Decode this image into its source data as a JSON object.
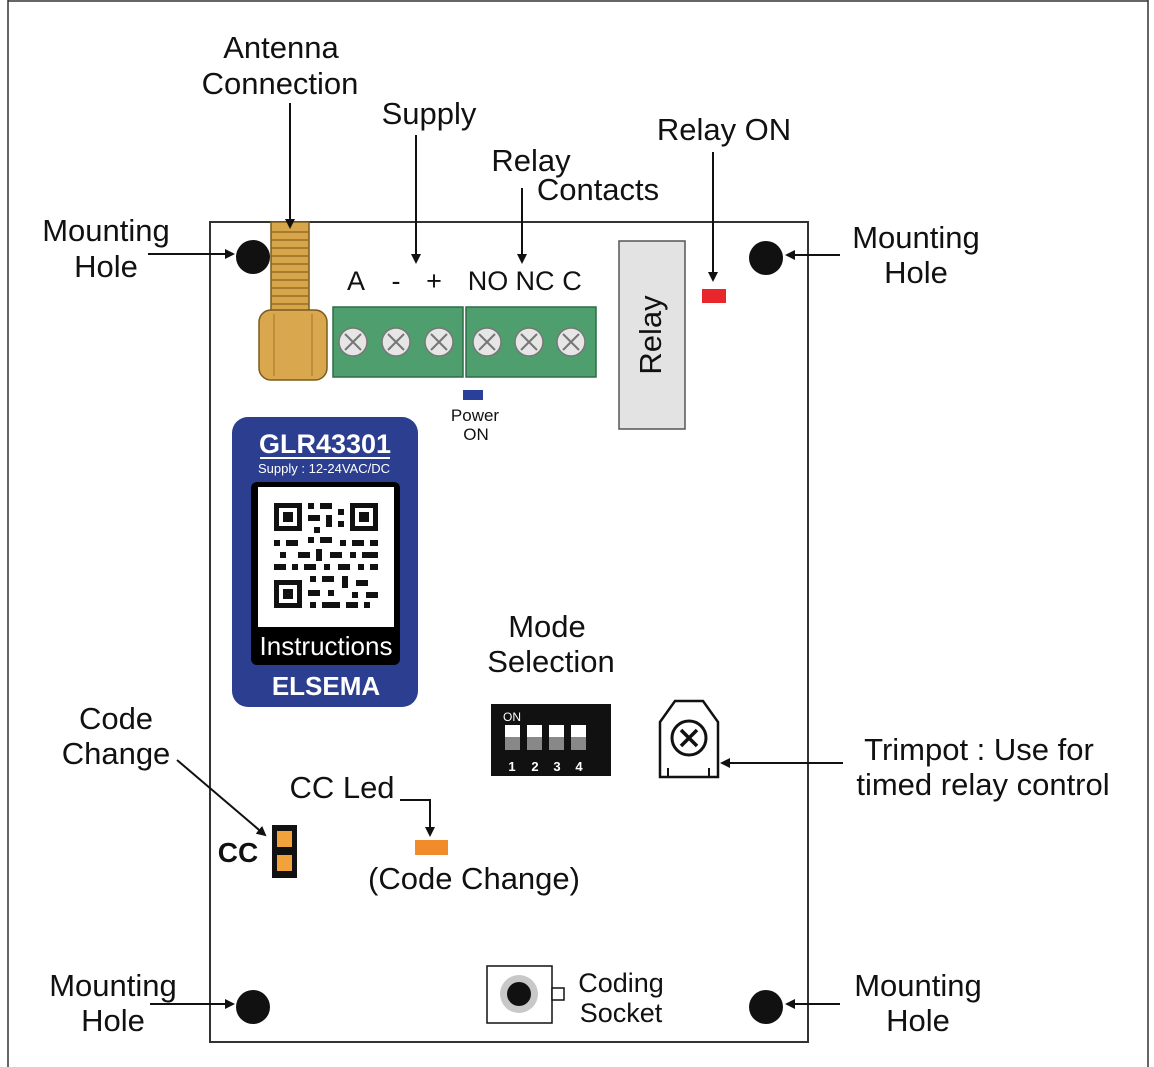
{
  "labels": {
    "antenna": [
      "Antenna",
      "Connection"
    ],
    "supply": "Supply",
    "relay_contacts": [
      "Relay",
      "Contacts"
    ],
    "relay_on": "Relay ON",
    "mounting_hole": [
      "Mounting",
      "Hole"
    ],
    "terminals": {
      "a": "A",
      "minus": "-",
      "plus": "+",
      "no": "NO",
      "nc": "NC",
      "c": "C"
    },
    "relay": "Relay",
    "power_on": [
      "Power",
      "ON"
    ],
    "mode_selection": [
      "Mode",
      "Selection"
    ],
    "trimpot": [
      "Trimpot : Use for",
      "timed relay control"
    ],
    "code_change": [
      "Code",
      "Change"
    ],
    "cc": "CC",
    "cc_led": "CC Led",
    "cc_led_sub": "(Code Change)",
    "coding_socket": [
      "Coding",
      "Socket"
    ]
  },
  "product_label": {
    "model": "GLR43301",
    "supply": "Supply : 12-24VAC/DC",
    "instructions": "Instructions",
    "brand": "ELSEMA"
  },
  "dip_switch": {
    "on_text": "ON",
    "numbers": [
      "1",
      "2",
      "3",
      "4"
    ]
  },
  "colors": {
    "terminal_block": "#4f9e6e",
    "relay_led": "#e8262b",
    "power_led": "#2a3f9a",
    "cc_led": "#f08c2a",
    "label_blue": "#2b3e8f",
    "connector_gold": "#d7a64a",
    "jumper": "#f2a23a"
  }
}
